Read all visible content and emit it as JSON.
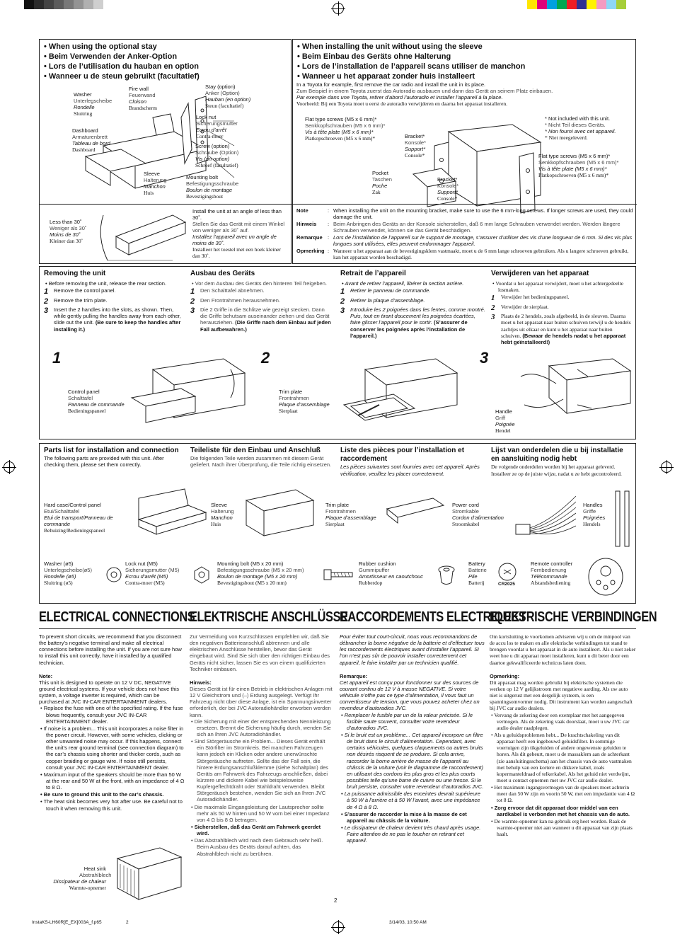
{
  "colors": {
    "black": "#111111",
    "border": "#222222",
    "cyan": "#00a0e0",
    "magenta": "#e0007a",
    "yellow": "#ffe600"
  },
  "stay_box": {
    "bullets": [
      "When using the optional stay",
      "Beim Verwenden der Anker-Option",
      "Lors de l’utilisation du hauban en option",
      "Wanneer u de steun gebruikt (facultatief)"
    ],
    "washer": [
      "Washer",
      "Unterlegscheibe",
      "Rondelle",
      "Sluitring"
    ],
    "firewall": [
      "Fire wall",
      "Feuerwand",
      "Cloison",
      "Brandscherm"
    ],
    "stay": [
      "Stay (option)",
      "Anker (Option)",
      "Hauban (en option)",
      "Steun (facultatief)"
    ],
    "dashboard": [
      "Dashboard",
      "Armaturenbrett",
      "Tableau de bord",
      "Dashboard"
    ],
    "locknut": [
      "Lock nut",
      "Sicherungsmutter",
      "Ecrou d’arrêt",
      "Contra-moer"
    ],
    "screw": [
      "Screw (option)",
      "Schraube (Option)",
      "Vis (en option)",
      "Schroef (facultatief)"
    ],
    "sleeve": [
      "Sleeve",
      "Halterung",
      "Manchon",
      "Huis"
    ],
    "mounting": [
      "Mounting bolt",
      "Befestigungsschraube",
      "Boulon de montage",
      "Bevestigingsbout"
    ],
    "angle": [
      "Less than 30˚",
      "Weniger als 30˚",
      "Moins de 30˚",
      "Kleiner dan 30˚"
    ],
    "angle_text": [
      "Install the unit at an angle of less than 30˚.",
      "Stellen Sie das Gerät mit einem Winkel von weniger als 30˚ auf.",
      "Installez l’appareil avec un angle de moins de 30˚.",
      "Installeer het toestel met een hoek kleiner dan 30˚."
    ]
  },
  "sleeve_box": {
    "bullets": [
      "When installing the unit without using the sleeve",
      "Beim Einbau des Geräts ohne Halterung",
      "Lors de l’installation de l’appareil scans utiliser de manchon",
      "Wanneer u het apparaat zonder huis installeert"
    ],
    "intro": [
      "In a Toyota for example, first remove the car radio and install the unit in its place.",
      "Zum Beispiel in einem Toyota zuerst das Autoradio ausbauen und dann das Gerät an seinem Platz einbauen.",
      "Par exemple dans une Toyota, retirer d’abord l’autoradio et installer l’appareil à la place.",
      "Voorbeeld: Bij een Toyota moet u eerst de autoradio verwijderen en daarna het apparaat installeren."
    ],
    "flat1": [
      "Flat type screws (M5 x 6 mm)*",
      "Senkkopfschrauben (M5 x 6 mm)*",
      "Vis à tête plate (M5 x 6 mm)*",
      "Platkopschroeven (M5 x 6 mm)*"
    ],
    "notincl": [
      "* Not included with this unit.",
      "* Nicht Teil dieses Geräts.",
      "* Non fourni avec cet appareil.",
      "* Niet meegeleverd."
    ],
    "bracket1": [
      "Bracket*",
      "Konsole*",
      "Support*",
      "Console*"
    ],
    "flat2": [
      "Flat type screws (M5 x 6 mm)*",
      "Senkkopfschrauben (M5 x 6 mm)*",
      "Vis à tête plate (M5 x 6 mm)*",
      "Platkopschroeven (M5 x 6 mm)*"
    ],
    "pocket": [
      "Pocket",
      "Taschen",
      "Poche",
      "Zak"
    ],
    "bracket2": [
      "Bracket*",
      "Konsole*",
      "Support*",
      "Console*"
    ],
    "notes": [
      {
        "k": "Note",
        "v": "When installing the unit on the mounting bracket, make sure to use the 6 mm-long screws. If longer screws are used, they could damage the unit."
      },
      {
        "k": "Hinweis",
        "v": "Beim Anbringen des Geräts an der Konsole sicherstellen, daß 6 mm lange Schrauben verwendet werden. Werden längere Schrauben verwendet, können sie das Gerät beschädigen."
      },
      {
        "k": "Remarque",
        "v": "Lors de l’installation de l’appareil sur le support de montage, s’assurer d’utiliser des vis d’une longueur de 6 mm. Si des vis plus longues sont utilisées, elles peuvent endommager l’appareil."
      },
      {
        "k": "Opmerking",
        "v": "Wanneer u het apparaat aan de bevestigingsklem vastmaakt, moet u de 6 mm lange schroeven gebruiken. Als u langere schroeven gebruikt, kan het apparaat worden beschadigd."
      }
    ]
  },
  "removing": {
    "cols": [
      {
        "title": "Removing the unit",
        "intro": "Before removing the unit, release the rear section.",
        "steps": [
          "Remove the control panel.",
          "Remove the trim plate.",
          "Insert the 2 handles into the slots, as shown. Then, while gently pulling the handles away from each other, slide out the unit."
        ],
        "bold": "(Be sure to keep the handles after installing it.)"
      },
      {
        "title": "Ausbau des Geräts",
        "intro": "Vor dem Ausbau des Geräts den hinteren Teil freigeben.",
        "steps": [
          "Den Schalttafel abnehmen.",
          "Den Frontrahmen herausnehmen.",
          "Die 2 Griffe in die Schlitze wie gezeigt stecken. Dann die Griffe behutsam auseinander ziehen und das Gerät herausziehen."
        ],
        "bold": "(Die Griffe nach dem Einbau auf jeden Fall aufbewahren.)"
      },
      {
        "title": "Retrait de l’appareil",
        "intro": "Avant de retirer l’appareil, libérer la section arrière.",
        "steps": [
          "Retirer le panneau de commande.",
          "Retirer la plaque d’assemblage.",
          "Introduire les 2 poignées dans les fentes, comme montré. Puis, tout en tirant doucement les poignées écartées, faire glisser l’appareil pour le sortir."
        ],
        "bold": "(S’assurer de conserver les poignées après l’installation de l’appareil.)"
      },
      {
        "title": "Verwijderen van het apparaat",
        "intro": "Voordat u het apparaat verwijdert, moet u het achtergedeelte losmaken.",
        "steps": [
          "Verwijder het bedieningspaneel.",
          "Verwijder de sierplaat.",
          "Plaats de 2 hendels, zoals afgebeeld, in de sleuven. Daarna moet u het apparaat naar buiten schuiven terwijl u de hendels zachtjes uit elkaar en kunt u het apparaat naar buiten schuiven."
        ],
        "bold": "(Bewaar de hendels nadat u het apparaat hebt geïnstalleerd!)"
      }
    ],
    "step_nums": [
      "1",
      "2",
      "3"
    ],
    "control": [
      "Control panel",
      "Schalttafel",
      "Panneau de commande",
      "Bedieningspaneel"
    ],
    "trim": [
      "Trim plate",
      "Frontrahmen",
      "Plaque d’assemblage",
      "Sierplaat"
    ],
    "handle": [
      "Handle",
      "Griff",
      "Poignée",
      "Hendel"
    ]
  },
  "parts": {
    "cols": [
      {
        "title": "Parts list for installation and connection",
        "text": "The following parts are provided with this unit. After checking them, please set them correctly."
      },
      {
        "title": "Teileliste für den Einbau und Anschluß",
        "text": "Die folgenden Teile werden zusammen mit diesem Gerät geliefert. Nach ihrer Überprüfung, die Teile richtig einsetzen."
      },
      {
        "title": "Liste des pièces pour l’installation et raccordement",
        "text": "Les pièces suivantes sont fournies avec cet appareil. Après vérification, veuillez les placer correctement."
      },
      {
        "title": "Lijst van onderdelen die u bij installatie en aansluiting nodig hebt",
        "text": "De volgende onderdelen worden bij het apparaat geleverd. Installeer ze op de juiste wijze, nadat u ze hebt gecontroleerd."
      }
    ],
    "items": {
      "hardcase": [
        "Hard case/Control panel",
        "Etui/Schalttafel",
        "Etui de transport/Panneau de commande",
        "Behuizing/Bedieningspaneel"
      ],
      "sleeve": [
        "Sleeve",
        "Halterung",
        "Manchon",
        "Huis"
      ],
      "trim": [
        "Trim plate",
        "Frontrahmen",
        "Plaque d’assemblage",
        "Sierplaat"
      ],
      "power": [
        "Power cord",
        "Stromkable",
        "Cordon d’alimentation",
        "Stroomkabel"
      ],
      "handles": [
        "Handles",
        "Griffe",
        "Poignées",
        "Hendels"
      ],
      "washer": [
        "Washer (ø5)",
        "Unterlegscheibe(ø5)",
        "Rondelle (ø5)",
        "Sluitring (ø5)"
      ],
      "locknut": [
        "Lock nut (M5)",
        "Sicherungsmutter (M5)",
        "Ecrou d’arrêt (M5)",
        "Contra-moer (M5)"
      ],
      "bolt": [
        "Mounting bolt (M5 x 20 mm)",
        "Befestigungsschraube (M5 x 20 mm)",
        "Boulon de montage (M5 x 20 mm)",
        "Bevestigingsbout (M5 x 20 mm)"
      ],
      "rubber": [
        "Rubber cushion",
        "Gummipuffer",
        "Amortisseur en caoutchouc",
        "Rubberdop"
      ],
      "battery": [
        "Battery",
        "Batterie",
        "Pile",
        "Batterij"
      ],
      "remote": [
        "Remote controller",
        "Fernbedienung",
        "Télécommande",
        "Afstandsbediening"
      ],
      "battery_code": "CR2025"
    }
  },
  "electrical": {
    "titles": [
      "ELECTRICAL CONNECTIONS",
      "ELEKTRISCHE ANSCHLÜSSE",
      "RACCORDEMENTS ELECTRIQUES",
      "ELEKTRISCHE VERBINDINGEN"
    ],
    "en": {
      "intro": "To prevent short circuits, we recommend that you disconnect the battery’s negative terminal and make all electrical connections before installing the unit. If you are not sure how to install this unit correctly, have it installed by a qualified technician.",
      "note_head": "Note:",
      "note": "This unit is designed to operate on 12 V DC, NEGATIVE ground electrical systems. If your vehicle does not have this system, a voltage inverter is required, which can be purchased at JVC IN-CAR ENTERTAINMENT dealers.",
      "items": [
        "Replace the fuse with one of the specified rating. If the fuse blows frequently, consult your JVC IN-CAR ENTERTAINMENT dealer.",
        "If noise is a problem... This unit incorporates a noise filter in the power circuit. However, with some vehicles, clicking or other unwanted noise may occur. If this happens, connect the unit’s rear ground terminal (see connection diagram) to the car’s chassis using shorter and thicker cords, such as copper braiding or gauge wire. If noise still persists, consult your JVC IN-CAR ENTERTAINMENT dealer.",
        "Maximum input of the speakers should be more than 50 W at the rear and 50 W at the front, with an impedance of 4 Ω to 8 Ω.",
        "Be sure to ground this unit to the car’s chassis.",
        "The heat sink becomes very hot after use. Be careful not to touch it when removing this unit."
      ]
    },
    "de": {
      "intro": "Zur Vermeidung von Kurzschlüssen empfehlen wir, daß Sie den negativen Batterieanschluß abtrennen und alle elektrischen Anschlüsse herstellen, bevor das Gerät eingebaut wird. Sind Sie sich über den richtigen Einbau des Geräts nicht sicher, lassen Sie es von einem qualifizierten Techniker einbauen.",
      "note_head": "Hinweis:",
      "note": "Dieses Gerät ist für einen Betrieb in elektrischen Anlagen mit 12 V Gleichstrom und (–) Erdung ausgelegt. Verfügt Ihr Fahrzeug nicht über diese Anlage, ist ein Spannungsinverter erforderlich, der bei JVC Autoradiohändler erworben werden kann.",
      "items": [
        "Die Sicherung mit einer der entsprechenden Nennleistung ersetzen. Brennt die Sicherung häufig durch, wenden Sie sich an Ihren JVC Autoradiohändler.",
        "Sind Störgeräusche ein Problem... Dieses Gerät enthält ein Störfilter im Stromkreis. Bei manchen Fahrzeugen kann jedoch ein Klicken oder andere unerwünschte Störgeräusche auftreten. Sollte das der Fall sein, die hintere Erdungsanschlußklemme (siehe Schaltplan) des Geräts am Fahrwerk des Fahrzeugs anschließen, dabei kürzere und dickere Kabel wie beispielsweise Kupfergeflechtdraht oder Stahldraht verwenden. Bleibt Störgeräusch bestehen, wenden Sie sich an Ihren JVC Autoradiohändler.",
        "Die maximale Eingangsleistung der Lautsprecher sollte mehr als 50 W hinten und 50 W vorn bei einer Impedanz von 4 Ω bis 8 Ω betragen.",
        "Sicherstellen, daß das Gerät am Fahrwerk geerdet wird.",
        "Das Abstrahlblech wird nach dem Gebrauch sehr heiß. Beim Ausbau des Geräts darauf achten, das Abstrahlblech nicht zu berühren."
      ]
    },
    "fr": {
      "intro": "Pour éviter tout court-circuit, nous vous recommandons de débrancher la borne négative de la batterie et d’effectuer tous les raccordements électriques avant d’installer l’appareil. Si l’on n’est pas sûr de pouvoir installer correctement cet appareil, le faire installer par un technicien qualifié.",
      "note_head": "Remarque:",
      "note": "Cet appareil est conçu pour fonctionner sur des sources de courant continu de 12 V à masse NEGATIVE. Si votre véhicule n’offre pas ce type d’alimentation, il vous faut un convertisseur de tension, que vous pouvez acheter chez un revendeur d’autoradios JVC.",
      "items": [
        "Remplacer le fusible par un de la valeur précisée. Si le fusible saute souvent, consulter votre revendeur d’autoradios JVC.",
        "Si le bruit est un problème... Cet appareil incorpore un filtre de bruit dans le circuit d’alimentation. Cependant, avec certains véhicules, quelques claquements ou autres bruits non désirés risquent de se produire. Si cela arrive, raccorder la borne arrière de masse de l’appareil au châssis de la voiture (voir le diagramme de raccordement) en utilisant des cordons les plus gros et les plus courts possibles telle qu’une barre de cuivre ou une tresse. Si le bruit persiste, consulter votre revendeur d’autoradios JVC.",
        "La puissance admissible des enceintes devrait supérieure à 50 W à l’arrière et à 50 W l’avant, avec une impédance de 4 Ω à 8 Ω.",
        "S’assurer de raccorder la mise à la masse de cet appareil au châssis de la voiture.",
        "Le dissipateur de chaleur devient très chaud après usage. Faire attention de ne pas le toucher en retirant cet appareil."
      ]
    },
    "nl": {
      "intro": "Om kortsluiting te voorkomen adviseren wij u om de minpool van de accu los te maken en alle elektrische verbindingen tot stand te brengen voordat u het apparaat in de auto installeert. Als u niet zeker weet hoe u dit apparaat moet installeren, kunt u dit beter door een daartoe gekwalificeerde technicus laten doen.",
      "note_head": "Opmerking:",
      "note": "Dit apparaat mag worden gebruikt bij elektrische systemen die werken op 12 V gelijkstroom met negatieve aarding. Als uw auto niet is uitgerust met een dergelijk systeem, is een spanningsomvormer nodig. Dit instrument kan worden aangeschaft bij JVC car audio dealers.",
      "items": [
        "Vervang de zekering door een exemplaar met het aangegeven vermogen. Als de zekering vaak doorslaat, moet u uw JVC car audio dealer raadplegen.",
        "Als u geluidsproblemen hebt... De krachtschakeling van dit apparaat heeft een ingebouwd geluidsfilter. In sommige voertuigen zijn tikgeluiden of andere ongewenste geluiden te horen. Als dit gebeurt, moet u de massaklem aan de achterkant (zie aansluitingsschema) aan het chassis van de auto vastmaken met behulp van een kortere en dikkere kabel, zoals kopermanteldraad of telkerkabel. Als het geluid niet verdwijnt, moet u contact opnemen met uw JVC car audio dealer.",
        "Het maximum ingangsvermogen van de speakers moet achterin meer dan 50 W zijn en voorin 50 W, met een impedantie van 4 Ω tot 8 Ω.",
        "Zorg ervoor dat dit apparaat door middel van een aardkabel is verbonden met het chassis van de auto.",
        "De warmte-opnemer kan na gebruik erg heet worden. Raak de warmte-opnemer niet aan wanneer u dit apparaat van zijn plaats haalt."
      ]
    },
    "heatsink": [
      "Heat sink",
      "Abstrahlblech",
      "Dissipateur de chaleur",
      "Warmte-opnemer"
    ]
  },
  "footer": {
    "page": "2",
    "file": "InstaKS-LH60R[E_EX]003A_f.p65",
    "mid": "2",
    "date": "3/14/03, 10:50 AM"
  }
}
